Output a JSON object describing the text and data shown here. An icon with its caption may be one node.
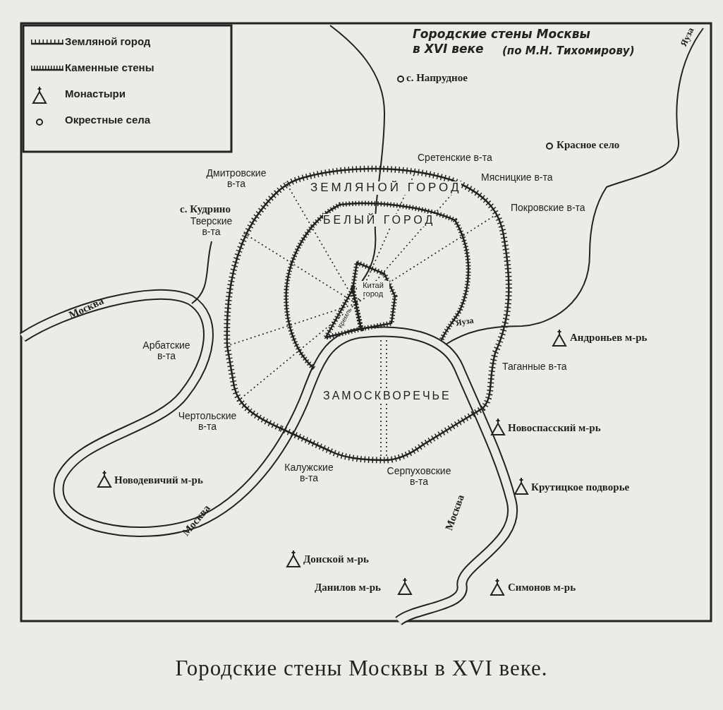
{
  "diagram": {
    "title": "Городские стены Москвы в XVI веке",
    "caption": "Городские стены Москвы в XVI веке.",
    "nodes": [
      {
        "text": [
          "ЗЕМЛЯНОЙ ГОРОД"
        ]
      },
      {
        "text": [
          "БЕЛЫЙ ГОРОД"
        ],
        "in": 0
      },
      {
        "text": [
          "Китай город"
        ],
        "in": 1
      },
      {
        "text": [
          "Кремль"
        ],
        "in": 1
      },
      {
        "text": [
          "ЗАМОСКВОРЕЧЬЕ"
        ],
        "in": 0
      }
    ],
    "labels": [
      "(по М.Н. Тихомирову)",
      "Яуза",
      "с. Напрудное",
      "Красное село",
      "Сретенские в-та",
      "Дмитровские в-та",
      "Мясницкие в-та",
      "с. Кудрино",
      "Тверские в-та",
      "Покровские в-та",
      "Москва",
      "Арбатские в-та",
      "Андроньев м-рь",
      "Яуза",
      "Таганные в-та",
      "Чертольские в-та",
      "Новоспасский м-рь",
      "Калужские в-та",
      "Серпуховские в-та",
      "Новодевичий м-рь",
      "Крутицкое подворье",
      "Москва",
      "Москва",
      "Донской м-рь",
      "Данилов м-рь",
      "Симонов м-рь"
    ],
    "legend": [
      {
        "text": "Земляной город"
      },
      {
        "text": "Каменные стены"
      },
      {
        "text": "Монастыри"
      },
      {
        "text": "Окрестные села"
      }
    ]
  }
}
